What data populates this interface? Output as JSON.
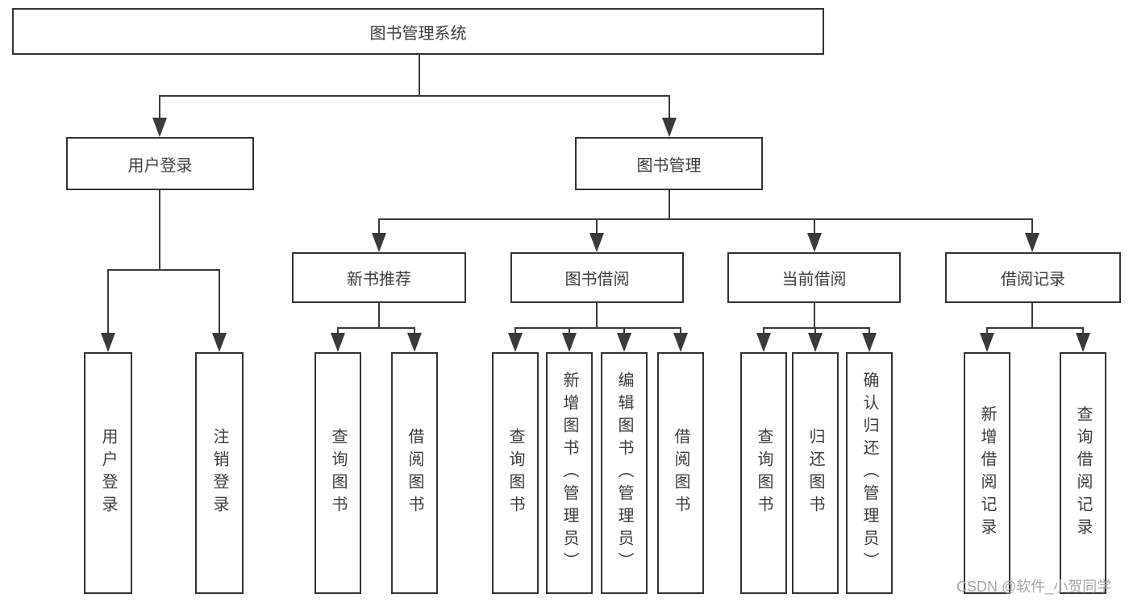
{
  "diagram": {
    "root": "图书管理系统",
    "user_login": {
      "label": "用户登录",
      "leaves": [
        "用户登录",
        "注销登录"
      ]
    },
    "book_management": {
      "label": "图书管理",
      "sections": [
        {
          "label": "新书推荐",
          "leaves": [
            "查询图书",
            "借阅图书"
          ]
        },
        {
          "label": "图书借阅",
          "leaves": [
            "查询图书",
            "新增图书（管理员）",
            "编辑图书（管理员）",
            "借阅图书"
          ]
        },
        {
          "label": "当前借阅",
          "leaves": [
            "查询图书",
            "归还图书",
            "确认归还（管理员）"
          ]
        },
        {
          "label": "借阅记录",
          "leaves": [
            "新增借阅记录",
            "查询借阅记录"
          ]
        }
      ]
    }
  },
  "watermark": "CSDN @软件_小贺同学",
  "colors": {
    "line": "#3a3a3a",
    "box_border": "#333333",
    "text": "#3d3d3d",
    "watermark": "#a6a6a6",
    "background": "#ffffff"
  }
}
